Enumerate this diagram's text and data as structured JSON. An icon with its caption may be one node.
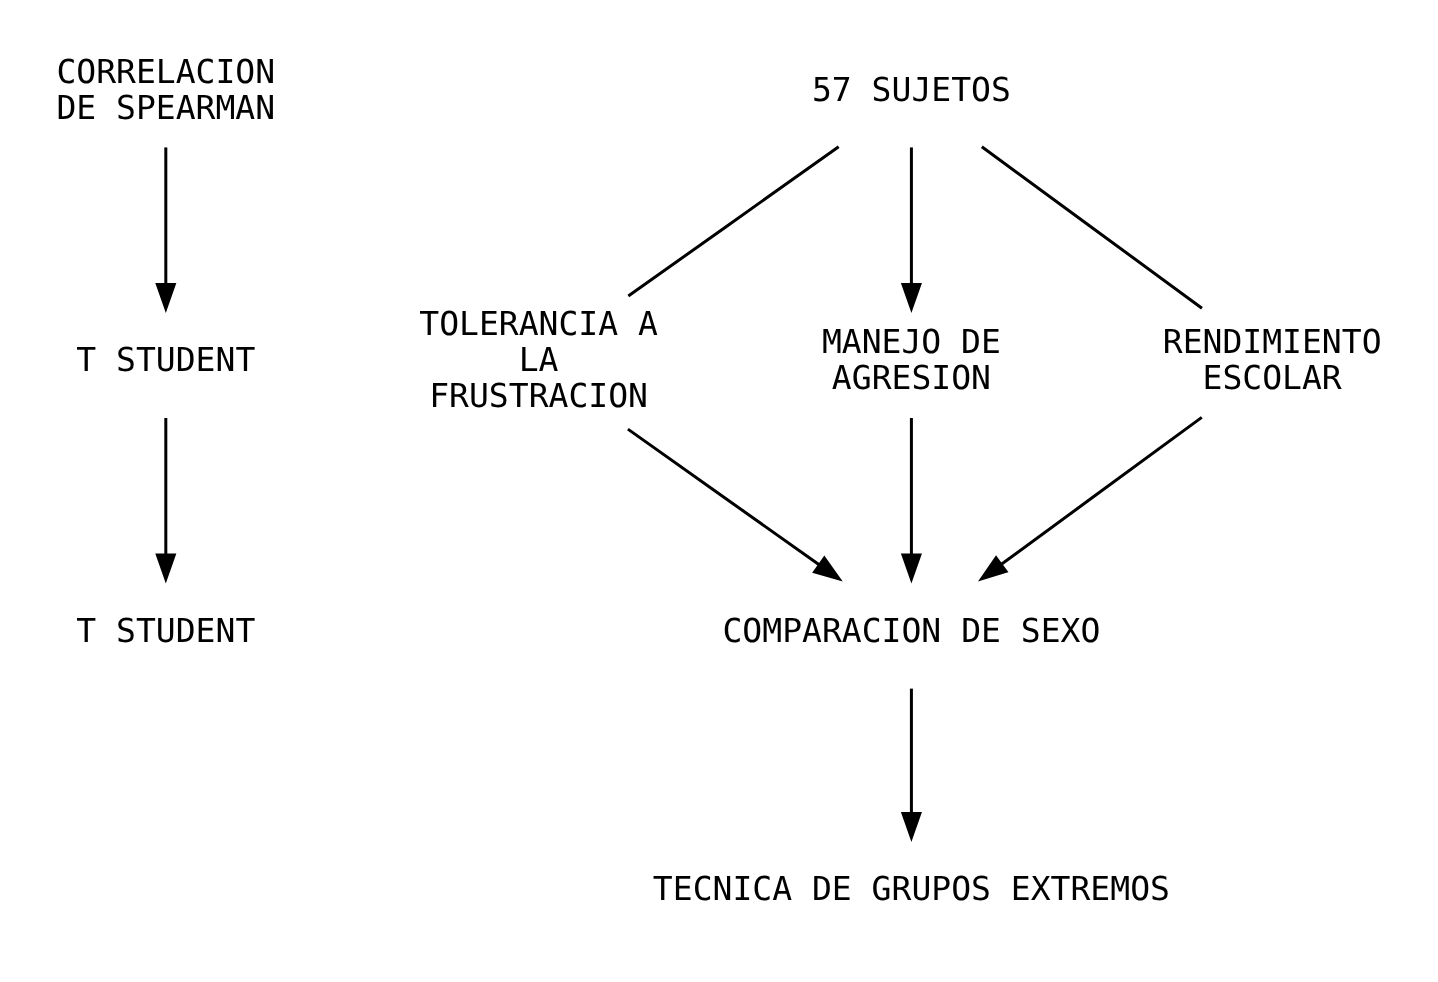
{
  "diagram": {
    "nodes": [
      {
        "text": [
          "CORRELACION DE SPEARMAN"
        ]
      },
      {
        "text": [
          "T STUDENT"
        ]
      },
      {
        "text": [
          "T STUDENT"
        ]
      },
      {
        "text": [
          "57 SUJETOS"
        ]
      },
      {
        "text": [
          "TOLERANCIA A LA FRUSTRACION"
        ]
      },
      {
        "text": [
          "MANEJO DE AGRESION"
        ]
      },
      {
        "text": [
          "RENDIMIENTO ESCOLAR"
        ]
      },
      {
        "text": [
          "COMPARACION DE SEXO"
        ]
      },
      {
        "text": [
          "TECNICA DE GRUPOS EXTREMOS"
        ]
      }
    ],
    "edges": [
      {
        "from": 0,
        "to": 1,
        "arrow": "to"
      },
      {
        "from": 1,
        "to": 2,
        "arrow": "to"
      },
      {
        "from": 3,
        "to": 4,
        "arrow": "none"
      },
      {
        "from": 3,
        "to": 5,
        "arrow": "to"
      },
      {
        "from": 3,
        "to": 6,
        "arrow": "none"
      },
      {
        "from": 4,
        "to": 7,
        "arrow": "to"
      },
      {
        "from": 5,
        "to": 7,
        "arrow": "to"
      },
      {
        "from": 6,
        "to": 7,
        "arrow": "to"
      },
      {
        "from": 7,
        "to": 8,
        "arrow": "to"
      }
    ]
  }
}
